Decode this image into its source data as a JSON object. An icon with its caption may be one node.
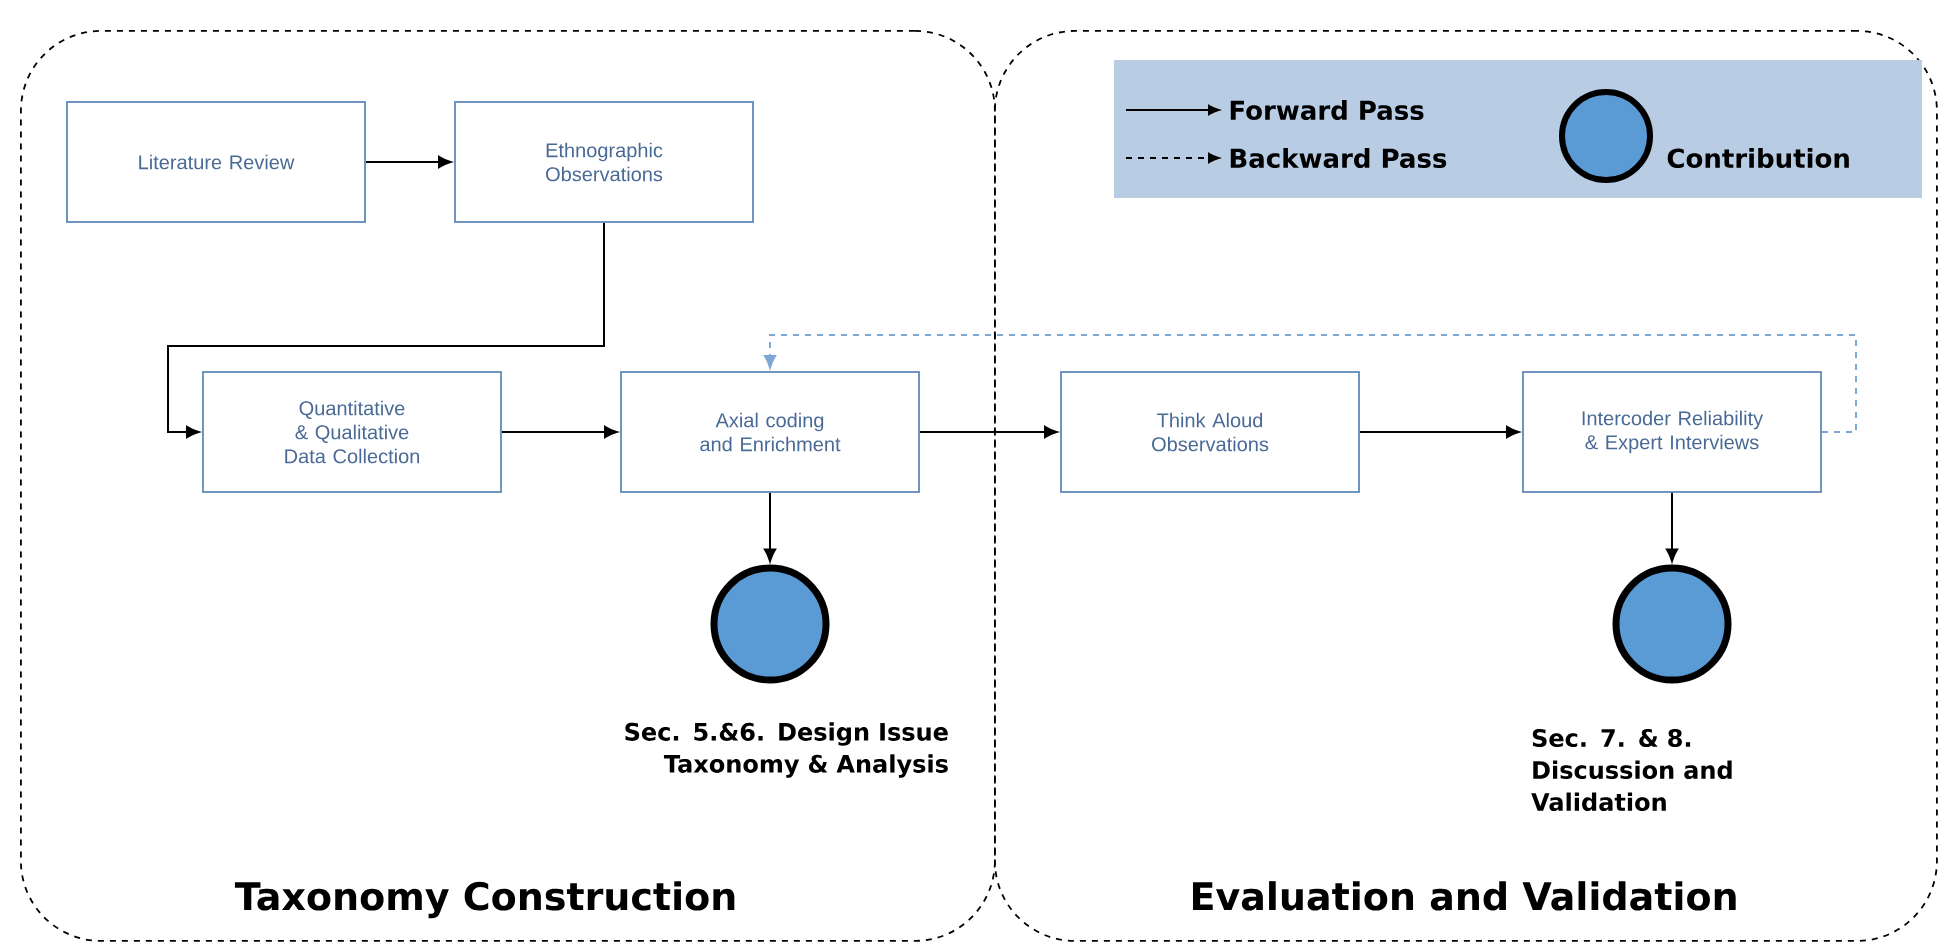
{
  "diagram": {
    "nodes": [
      {
        "text": [
          "Taxonomy Construction"
        ]
      },
      {
        "text": [
          "Evaluation and Validation"
        ]
      },
      {
        "text": [
          "Literature Review"
        ],
        "in": 0
      },
      {
        "text": [
          "Ethnographic Observations"
        ],
        "in": 0
      },
      {
        "text": [
          "Quantitative & Qualitative Data Collection"
        ],
        "in": 0
      },
      {
        "text": [
          "Axial coding and Enrichment"
        ],
        "in": 0
      },
      {
        "text": [
          "Think Aloud Observations"
        ],
        "in": 1
      },
      {
        "text": [
          "Intercoder Reliability & Expert Interviews"
        ],
        "in": 1
      },
      {
        "text": [],
        "shape": "circle",
        "in": 0,
        "beside": [
          "Sec. 5.&6. Design Issue Taxonomy & Analysis"
        ]
      },
      {
        "text": [],
        "shape": "circle",
        "in": 1,
        "beside": [
          "Sec. 7. & 8. Discussion and Validation"
        ]
      }
    ],
    "edges": [
      {
        "from": 2,
        "to": 3,
        "arrow": "to"
      },
      {
        "from": 3,
        "to": 4,
        "arrow": "to"
      },
      {
        "from": 4,
        "to": 5,
        "arrow": "to"
      },
      {
        "from": 5,
        "to": 6,
        "arrow": "to"
      },
      {
        "from": 6,
        "to": 7,
        "arrow": "to"
      },
      {
        "from": 5,
        "to": 8,
        "arrow": "to"
      },
      {
        "from": 7,
        "to": 9,
        "arrow": "to"
      },
      {
        "from": 7,
        "to": 5,
        "arrow": "to",
        "style": "dashed",
        "color": "#7fa7d6"
      }
    ],
    "legend": [
      {
        "text": "Forward Pass"
      },
      {
        "text": "Backward Pass"
      },
      {
        "text": "Contribution"
      }
    ]
  }
}
